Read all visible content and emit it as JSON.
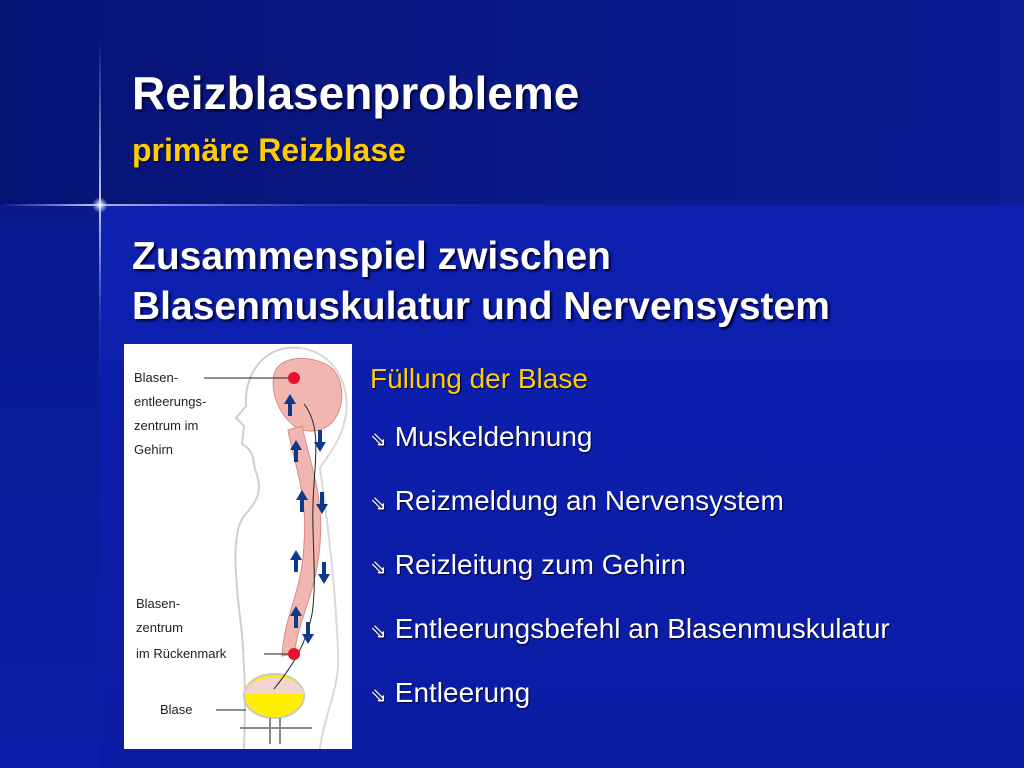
{
  "slide": {
    "title": "Reizblasenprobleme",
    "subtitle": "primäre Reizblase",
    "heading_line1": "Zusammenspiel zwischen",
    "heading_line2": "Blasenmuskulatur und Nervensystem"
  },
  "diagram": {
    "label_brain": [
      "Blasen-",
      "entleerungs-",
      "zentrum im",
      "Gehirn"
    ],
    "label_spinal": [
      "Blasen-",
      "zentrum",
      "im Rückenmark"
    ],
    "label_bladder": "Blase",
    "colors": {
      "spine": "#f2b6b0",
      "arrow": "#0b3a8a",
      "node": "#e8102a",
      "bladder": "#ffee00"
    }
  },
  "list": {
    "bullet_icon": "arrow-curved-down-right-icon",
    "bullet_glyph": "⇘",
    "items": [
      "Füllung der Blase",
      "Muskeldehnung",
      "Reizmeldung an Nervensystem",
      "Reizleitung zum Gehirn",
      "Entleerungsbefehl an Blasenmuskulatur",
      "Entleerung"
    ]
  }
}
